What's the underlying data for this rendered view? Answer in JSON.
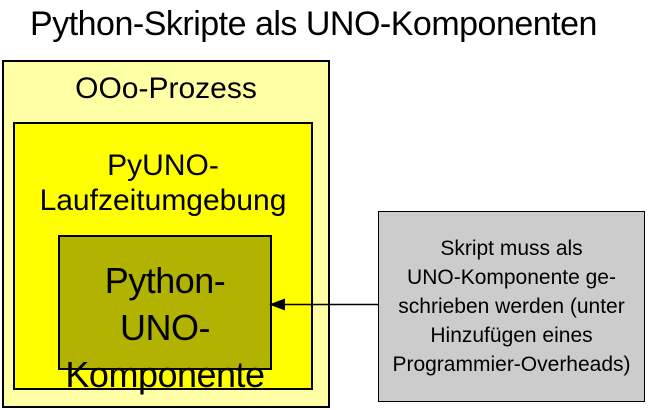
{
  "title": "Python-Skripte als UNO-Komponenten",
  "diagram": {
    "outer_box": {
      "label": "OOo-Prozess",
      "fill": "#ffffa6"
    },
    "runtime_box": {
      "lines": [
        "PyUNO-",
        "Laufzeitumgebung"
      ],
      "fill": "#ffff00"
    },
    "component_box": {
      "lines": [
        "Python-UNO-",
        "Komponente"
      ],
      "fill": "#b2b200"
    },
    "note_box": {
      "lines": [
        "Skript muss als",
        "UNO-Komponente ge-",
        "schrieben werden (unter",
        "Hinzufügen eines",
        "Programmier-Overheads)"
      ],
      "fill": "#cccccc"
    },
    "arrow": {
      "direction": "left",
      "from": "note_box",
      "to": "component_box",
      "color": "#000000"
    }
  }
}
